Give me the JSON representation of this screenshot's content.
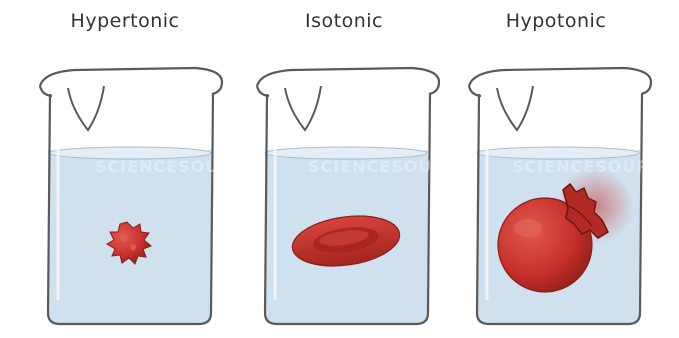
{
  "beakers": [
    {
      "label": "Hypertonic",
      "cell_state": "crenated"
    },
    {
      "label": "Isotonic",
      "cell_state": "normal"
    },
    {
      "label": "Hypotonic",
      "cell_state": "swollen-lysed"
    }
  ],
  "watermark": "SCIENCESOURCE",
  "colors": {
    "water": "#cfe0ee",
    "glass_outline": "#5a5a5a",
    "cell_red": "#c8312b",
    "cell_dark": "#8e1c18",
    "text": "#333333"
  }
}
